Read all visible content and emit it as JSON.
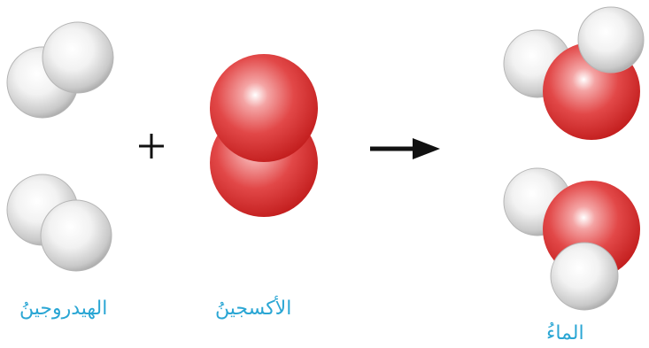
{
  "labels": {
    "hydrogen": "الهيدروجينُ",
    "oxygen": "الأكسجينُ",
    "water": "الماءُ"
  },
  "symbols": {
    "plus": "+",
    "arrow": "arrow-right"
  },
  "colors": {
    "label_text": "#2aa6d4",
    "hydrogen_atom": "#e8e8e8",
    "oxygen_atom": "#d42a2a",
    "arrow": "#111111"
  }
}
